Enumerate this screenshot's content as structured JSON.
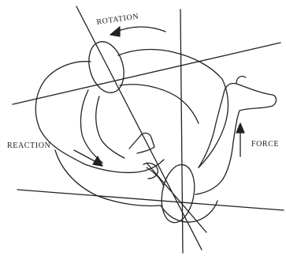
{
  "diagram": {
    "labels": {
      "rotation": "ROTATION",
      "reaction": "REACTION",
      "force": "FORCE"
    },
    "colors": {
      "ink": "#222222",
      "background": "#ffffff"
    }
  }
}
